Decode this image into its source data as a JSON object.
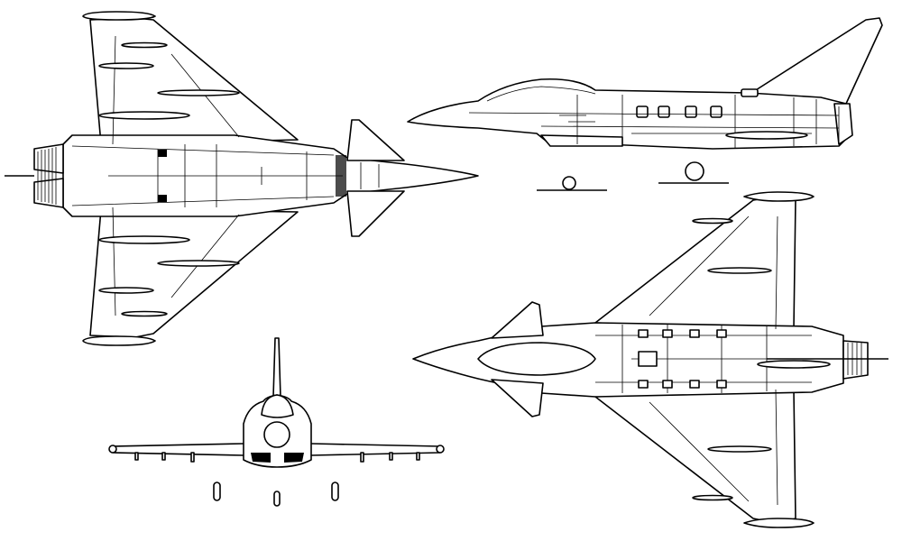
{
  "drawing": {
    "colors": {
      "line": "#000000",
      "background": "#ffffff"
    },
    "views": [
      "top-view",
      "side-view",
      "bottom-view",
      "front-view"
    ]
  }
}
